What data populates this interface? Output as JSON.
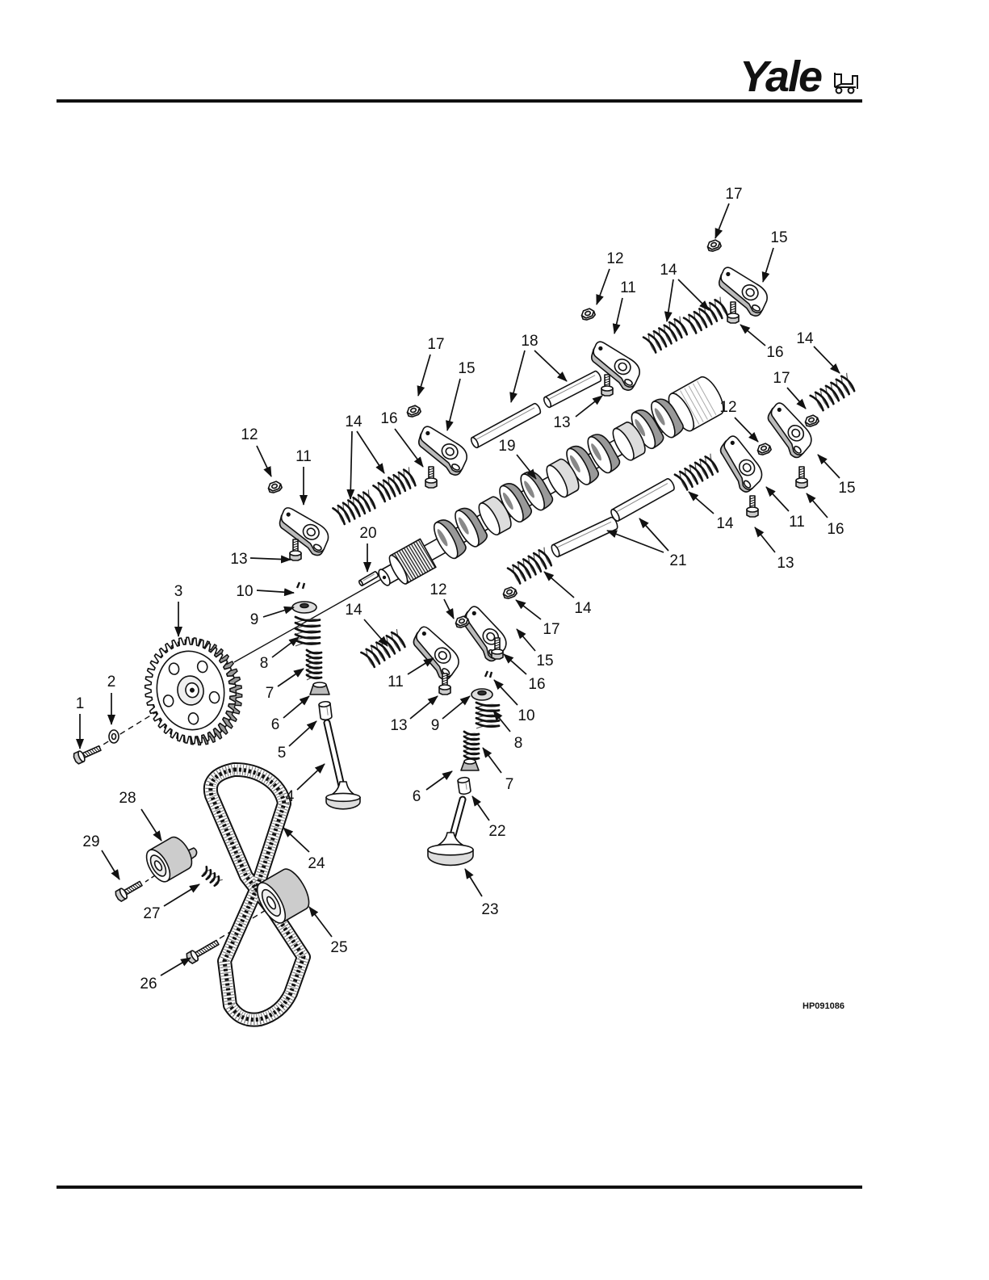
{
  "header": {
    "logo_text": "Yale",
    "logo_icon": "forklift-icon"
  },
  "figure": {
    "code": "HP091086",
    "callouts": [
      "17",
      "15",
      "12",
      "11",
      "14",
      "16",
      "14",
      "17",
      "18",
      "15",
      "13",
      "12",
      "17",
      "14",
      "16",
      "12",
      "11",
      "19",
      "15",
      "14",
      "11",
      "16",
      "20",
      "13",
      "21",
      "13",
      "10",
      "3",
      "12",
      "14",
      "9",
      "14",
      "17",
      "15",
      "8",
      "11",
      "16",
      "2",
      "7",
      "10",
      "1",
      "6",
      "13",
      "9",
      "8",
      "5",
      "7",
      "4",
      "6",
      "28",
      "22",
      "29",
      "24",
      "27",
      "23",
      "25",
      "26"
    ]
  }
}
